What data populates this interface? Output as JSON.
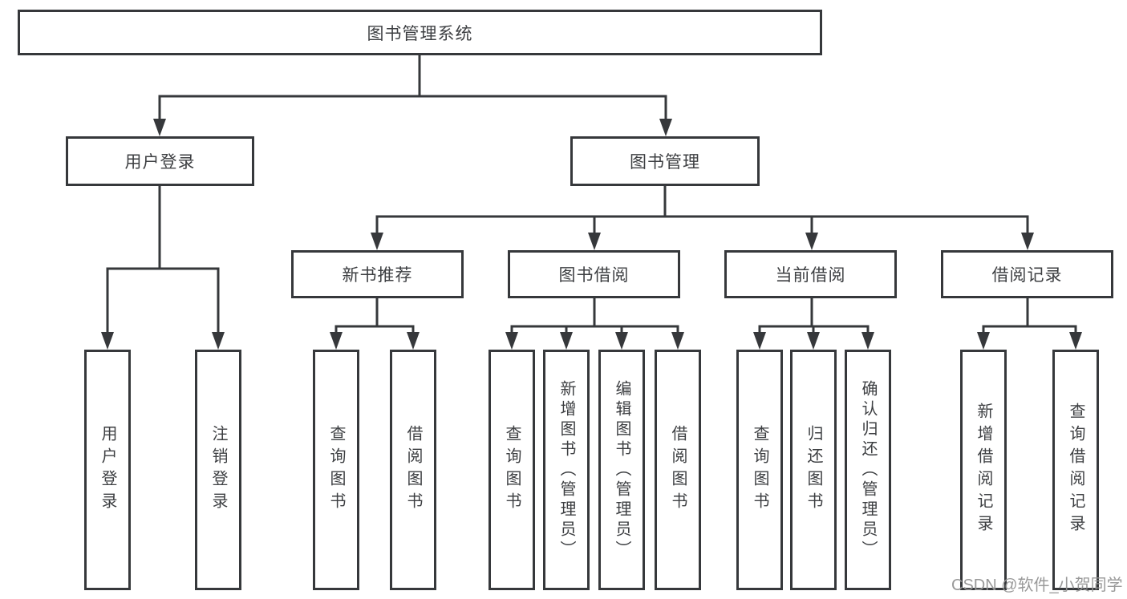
{
  "watermark": "CSDN @软件_小贺同学",
  "colors": {
    "line": "#36383b",
    "text": "#3d3f42",
    "watermark": "#949494",
    "background": "#ffffff"
  },
  "tree": {
    "root": "图书管理系统",
    "branches": [
      {
        "label": "用户登录",
        "children": [
          "用户登录",
          "注销登录"
        ]
      },
      {
        "label": "图书管理",
        "children": [
          {
            "label": "新书推荐",
            "children": [
              "查询图书",
              "借阅图书"
            ]
          },
          {
            "label": "图书借阅",
            "children": [
              "查询图书",
              "新增图书（管理员）",
              "编辑图书（管理员）",
              "借阅图书"
            ]
          },
          {
            "label": "当前借阅",
            "children": [
              "查询图书",
              "归还图书",
              "确认归还（管理员）"
            ]
          },
          {
            "label": "借阅记录",
            "children": [
              "新增借阅记录",
              "查询借阅记录"
            ]
          }
        ]
      }
    ]
  }
}
